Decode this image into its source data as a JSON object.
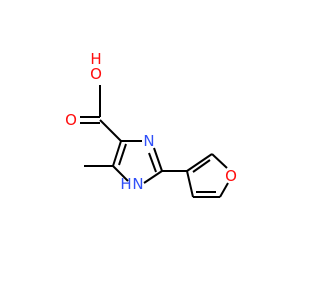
{
  "molecule": {
    "atoms": {
      "o_hydroxyl": "O",
      "h_hydroxyl": "H",
      "o_carbonyl": "O",
      "n_ring": "N",
      "n_nh": "N",
      "h_nh": "H",
      "o_furan": "O"
    }
  },
  "colors": {
    "bond": "#000000",
    "oxygen": "#ff0d0d",
    "nitrogen": "#3050f8"
  }
}
